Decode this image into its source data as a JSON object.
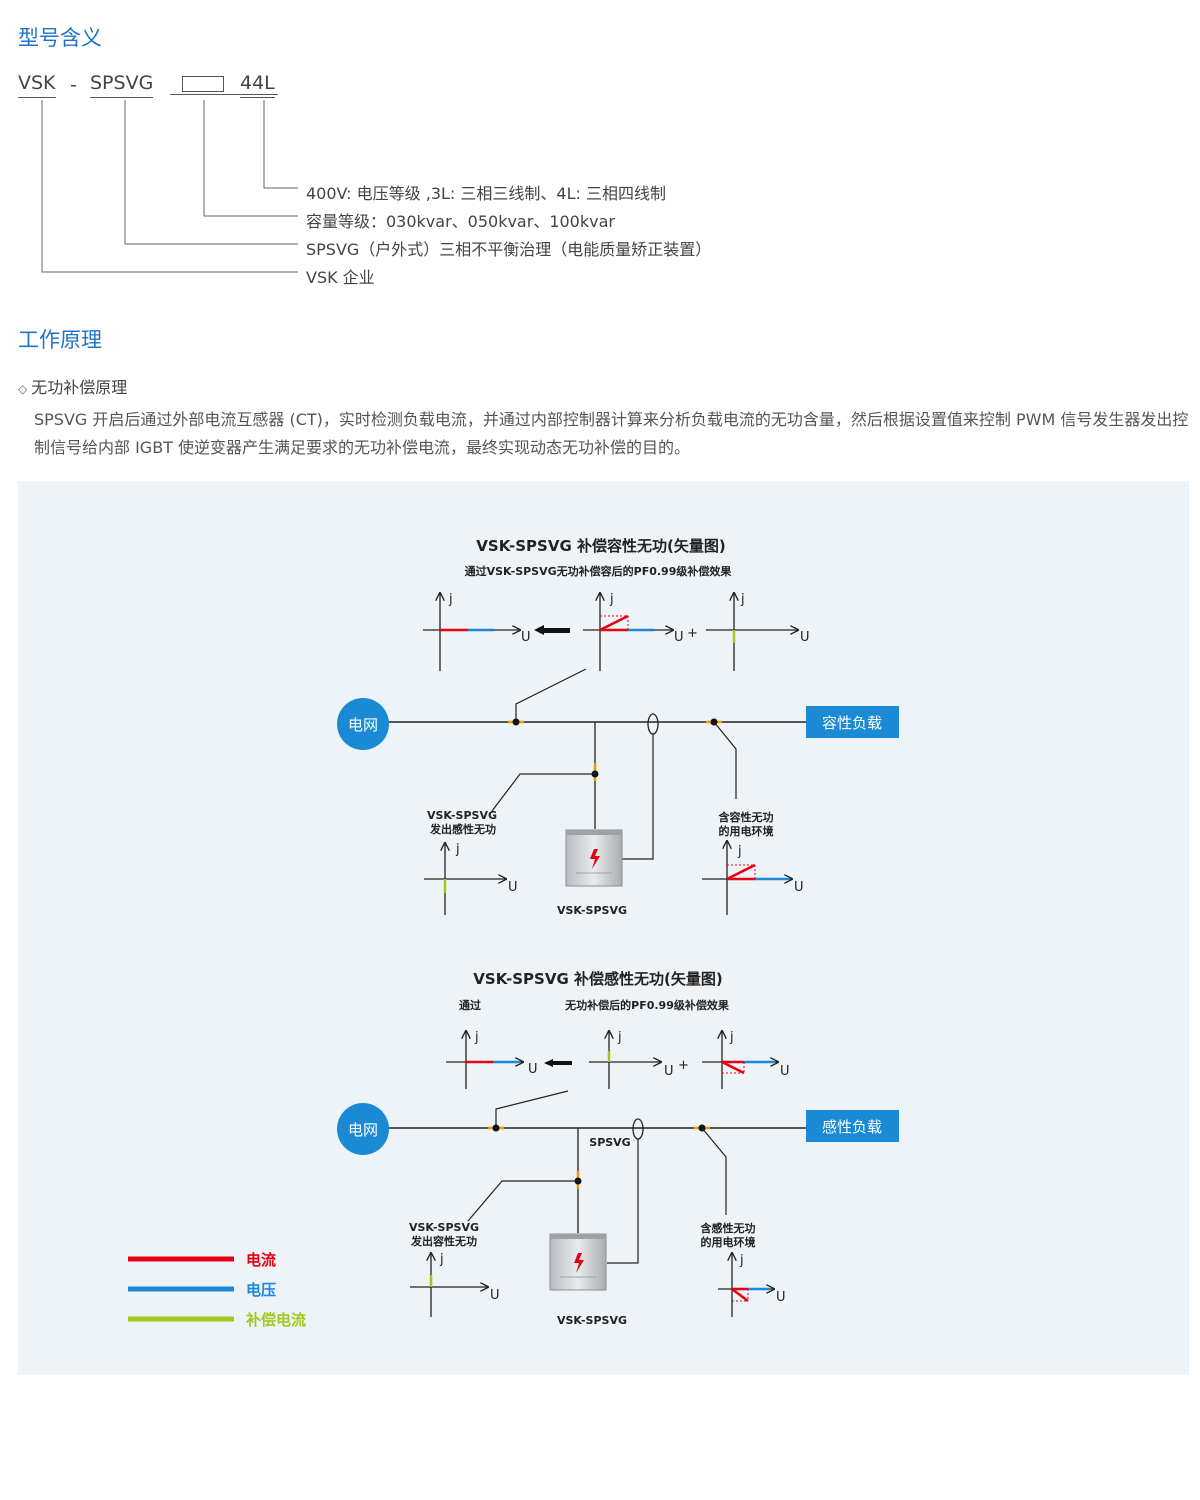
{
  "model_section": {
    "title": "型号含义",
    "code_parts": [
      "VSK",
      "-",
      "SPSVG",
      "44L"
    ],
    "meanings": [
      "400V: 电压等级 ,3L: 三相三线制、4L: 三相四线制",
      "容量等级：030kvar、050kvar、100kvar",
      "SPSVG（户外式）三相不平衡治理（电能质量矫正装置）",
      "VSK 企业"
    ]
  },
  "principle_section": {
    "title": "工作原理",
    "subtitle": "无功补偿原理",
    "paragraph": "SPSVG 开启后通过外部电流互感器 (CT)，实时检测负载电流，并通过内部控制器计算来分析负载电流的无功含量，然后根据设置值来控制 PWM 信号发生器发出控制信号给内部 IGBT 使逆变器产生满足要求的无功补偿电流，最终实现动态无功补偿的目的。"
  },
  "diagram1": {
    "title": "VSK-SPSVG 补偿容性无功(矢量图)",
    "subtitle": "通过VSK-SPSVG无功补偿容后的PF0.99级补偿效果",
    "grid_label": "电网",
    "load_label": "容性负载",
    "device_caption": "VSK-SPSVG",
    "svg_note_line1": "VSK-SPSVG",
    "svg_note_line2": "发出感性无功",
    "env_note_line1": "含容性无功",
    "env_note_line2": "的用电环境"
  },
  "diagram2": {
    "title": "VSK-SPSVG 补偿感性无功(矢量图)",
    "subtitle_left": "通过",
    "subtitle_right": "无功补偿后的PF0.99级补偿效果",
    "grid_label": "电网",
    "load_label": "感性负载",
    "bus_label": "SPSVG",
    "device_caption": "VSK-SPSVG",
    "svg_note_line1": "VSK-SPSVG",
    "svg_note_line2": "发出容性无功",
    "env_note_line1": "含感性无功",
    "env_note_line2": "的用电环境"
  },
  "axis_labels": {
    "vertical": "j",
    "horizontal": "U",
    "plus": "+"
  },
  "legend": [
    {
      "label": "电流",
      "color": "#e60012"
    },
    {
      "label": "电压",
      "color": "#1e88d8"
    },
    {
      "label": "补偿电流",
      "color": "#a0c81e"
    }
  ],
  "colors": {
    "heading": "#1f74c6",
    "node": "#1a8ad4",
    "current": "#e60012",
    "voltage": "#1e88d8",
    "compensation": "#a0c81e",
    "ct_mark": "#f39800"
  }
}
